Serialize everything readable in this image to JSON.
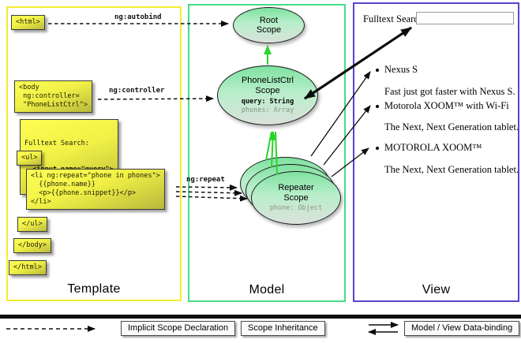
{
  "columns": {
    "template": {
      "title": "Template"
    },
    "model": {
      "title": "Model"
    },
    "view": {
      "title": "View"
    }
  },
  "template_code": {
    "html_open": "<html>",
    "body_open": "<body\n ng:controller=\n \"PhoneListCtrl\">",
    "fulltext_label": "Fulltext Search:",
    "fulltext_input": "  <input name=\"query\">",
    "ul_open": "<ul>",
    "li_block": "<li ng:repeat=\"phone in phones\">\n  {{phone.name}}\n  <p>{{phone.snippet}}</p>\n</li>",
    "ul_close": "</ul>",
    "body_close": "</body>",
    "html_close": "</html>"
  },
  "arrow_labels": {
    "autobind": "ng:autobind",
    "controller": "ng:controller",
    "repeat": "ng:repeat"
  },
  "scopes": {
    "root": {
      "line1": "Root",
      "line2": "Scope"
    },
    "phonelist": {
      "line1": "PhoneListCtrl",
      "line2": "Scope",
      "prop_bound": "query: String",
      "prop_plain": "phones: Array"
    },
    "repeater": {
      "line1": "Repeater",
      "line2": "Scope",
      "prop_plain": "phone: Object"
    }
  },
  "view": {
    "fulltext_label": "Fulltext Search:",
    "search_value": "",
    "items": [
      {
        "title": "Nexus S",
        "desc": "Fast just got faster with Nexus S."
      },
      {
        "title": "Motorola XOOM™  with Wi-Fi",
        "desc": "The Next, Next Generation tablet."
      },
      {
        "title": "MOTOROLA XOOM™",
        "desc": "The Next, Next Generation tablet."
      }
    ]
  },
  "legend": {
    "implicit": "Implicit Scope Declaration",
    "inheritance": "Scope Inheritance",
    "binding": "Model / View Data-binding"
  },
  "colors": {
    "template_border": "#f2ee30",
    "model_border": "#46db89",
    "view_border": "#5843cf",
    "scope_fill_top": "#7ee2a0",
    "code_box_fill": "#f0f046",
    "inheritance_arrow": "#2bd42b",
    "binding_arrow": "#000000"
  }
}
